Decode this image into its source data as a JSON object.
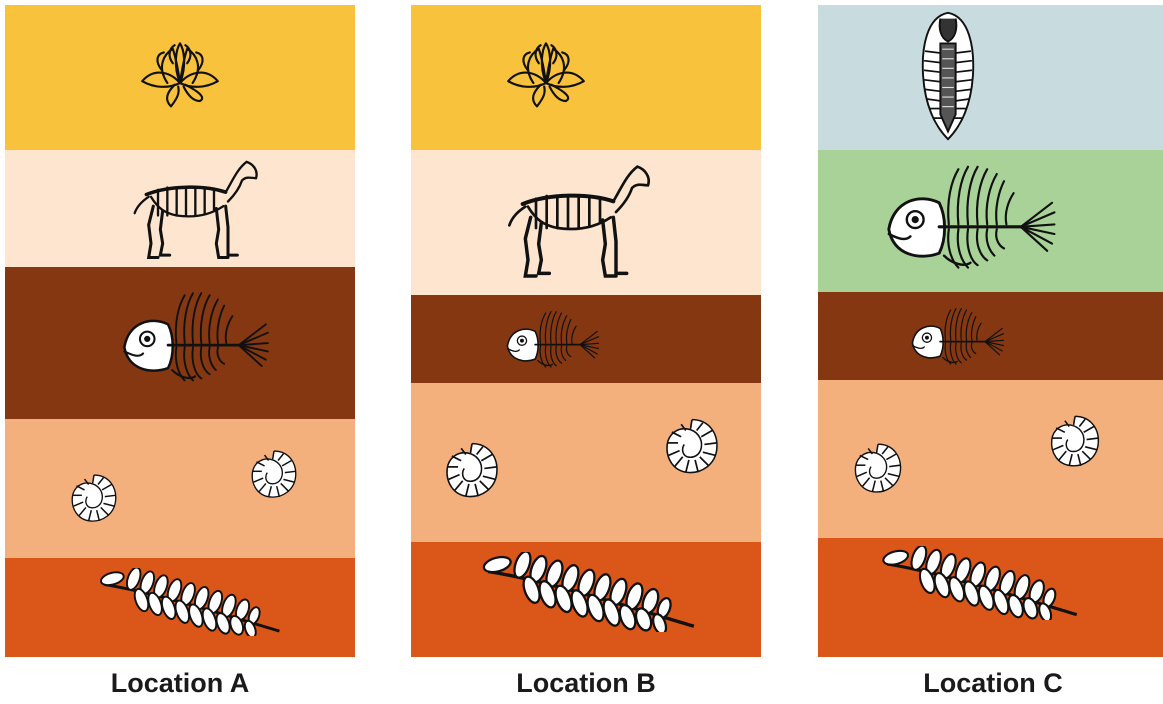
{
  "colors": {
    "yellow": "#f9c23c",
    "cream": "#fde5cf",
    "dark_brown": "#843711",
    "peach": "#f4b07c",
    "orange": "#db5619",
    "blue_gray": "#c8dce0",
    "green": "#a8d298"
  },
  "locations": [
    {
      "label": "Location A",
      "layers": [
        {
          "color": "yellow",
          "fossil": "flower-icon"
        },
        {
          "color": "cream",
          "fossil": "horse-skeleton-icon"
        },
        {
          "color": "dark_brown",
          "fossil": "fish-skeleton-icon"
        },
        {
          "color": "peach",
          "fossil": "ammonite-icon"
        },
        {
          "color": "orange",
          "fossil": "fern-leaf-icon"
        }
      ]
    },
    {
      "label": "Location B",
      "layers": [
        {
          "color": "yellow",
          "fossil": "flower-icon"
        },
        {
          "color": "cream",
          "fossil": "horse-skeleton-icon"
        },
        {
          "color": "dark_brown",
          "fossil": "fish-skeleton-icon"
        },
        {
          "color": "peach",
          "fossil": "ammonite-icon"
        },
        {
          "color": "orange",
          "fossil": "fern-leaf-icon"
        }
      ]
    },
    {
      "label": "Location C",
      "layers": [
        {
          "color": "blue_gray",
          "fossil": "trilobite-icon"
        },
        {
          "color": "green",
          "fossil": "fish-skeleton-icon"
        },
        {
          "color": "dark_brown",
          "fossil": "fish-skeleton-icon"
        },
        {
          "color": "peach",
          "fossil": "ammonite-icon"
        },
        {
          "color": "orange",
          "fossil": "fern-leaf-icon"
        }
      ]
    }
  ]
}
